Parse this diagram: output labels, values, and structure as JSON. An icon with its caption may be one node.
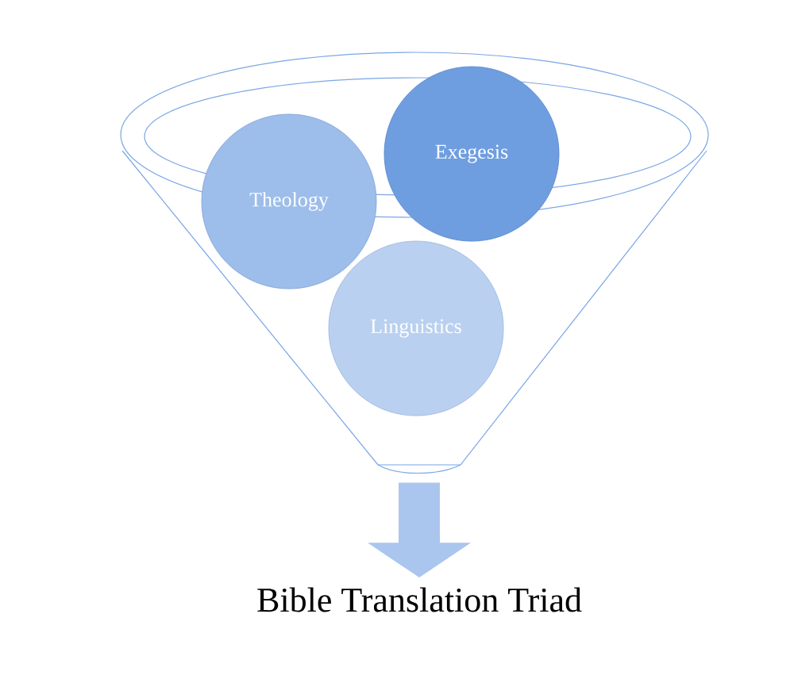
{
  "diagram": {
    "nodes": [
      {
        "text": [],
        "shape": "funnel"
      },
      {
        "text": [
          "Theology"
        ],
        "in": 0
      },
      {
        "text": [
          "Exegesis"
        ],
        "in": 0
      },
      {
        "text": [
          "Linguistics"
        ],
        "in": 0
      },
      {
        "text": [
          "Bible Translation Triad"
        ]
      }
    ],
    "edges": [
      {
        "from": 0,
        "to": 4,
        "arrow": "to"
      }
    ]
  }
}
